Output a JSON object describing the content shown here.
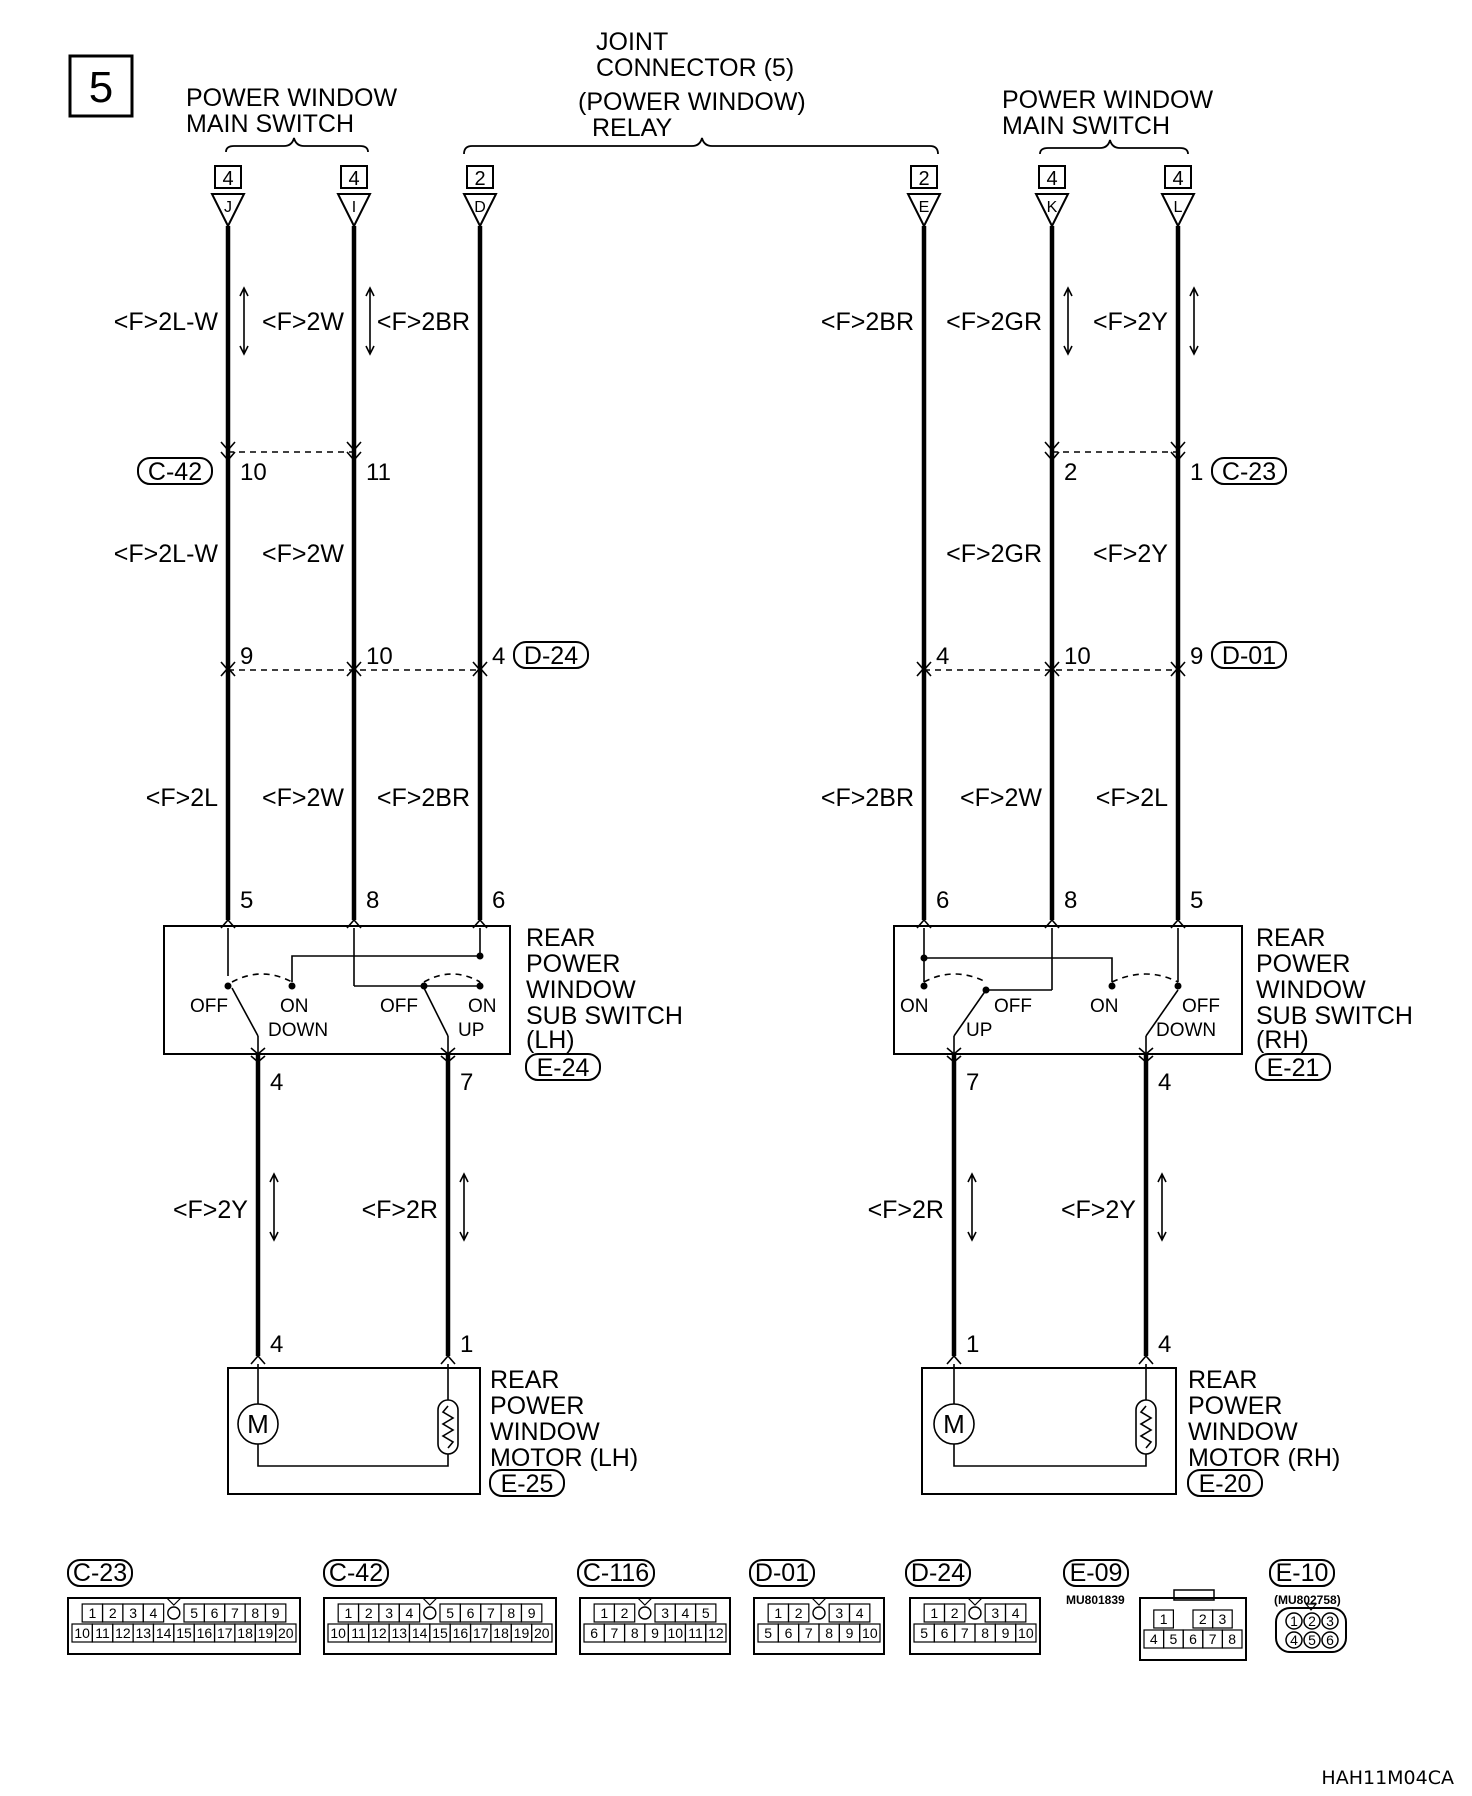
{
  "diagram": {
    "page_number": "5",
    "code": "HAH11M04CA",
    "joint_connector": {
      "line1": "JOINT",
      "line2": "CONNECTOR (5)",
      "line3": "(POWER WINDOW)",
      "line4": "RELAY",
      "pin_left": {
        "num": "2",
        "letter": "D"
      },
      "pin_right": {
        "num": "2",
        "letter": "E"
      }
    },
    "left_main_switch": {
      "line1": "POWER WINDOW",
      "line2": "MAIN SWITCH",
      "pins": [
        {
          "num": "4",
          "letter": "J"
        },
        {
          "num": "4",
          "letter": "I"
        }
      ]
    },
    "right_main_switch": {
      "line1": "POWER WINDOW",
      "line2": "MAIN SWITCH",
      "pins": [
        {
          "num": "4",
          "letter": "K"
        },
        {
          "num": "4",
          "letter": "L"
        }
      ]
    },
    "wire_labels": {
      "l1a": "<F>2L-W",
      "l2a": "<F>2W",
      "l3a": "<F>2BR",
      "r1a": "<F>2BR",
      "r2a": "<F>2GR",
      "r3a": "<F>2Y",
      "l1b": "<F>2L-W",
      "l2b": "<F>2W",
      "r2b": "<F>2GR",
      "r3b": "<F>2Y",
      "l1c": "<F>2L",
      "l2c": "<F>2W",
      "l3c": "<F>2BR",
      "r1c": "<F>2BR",
      "r2c": "<F>2W",
      "r3c": "<F>2L",
      "l4": "<F>2Y",
      "l5": "<F>2R",
      "r4": "<F>2R",
      "r5": "<F>2Y"
    },
    "connectors": {
      "c42": "C-42",
      "c23": "C-23",
      "d24": "D-24",
      "d01": "D-01",
      "e24": "E-24",
      "e21": "E-21",
      "e25": "E-25",
      "e20": "E-20"
    },
    "pins": {
      "c42_a": "10",
      "c42_b": "11",
      "c23_a": "2",
      "c23_b": "1",
      "d24_a": "9",
      "d24_b": "10",
      "d24_c": "4",
      "d01_a": "4",
      "d01_b": "10",
      "d01_c": "9",
      "lsw_in1": "5",
      "lsw_in2": "8",
      "lsw_in3": "6",
      "rsw_in1": "6",
      "rsw_in2": "8",
      "rsw_in3": "5",
      "lsw_out1": "4",
      "lsw_out2": "7",
      "rsw_out1": "7",
      "rsw_out2": "4",
      "lmot_a": "4",
      "lmot_b": "1",
      "rmot_a": "1",
      "rmot_b": "4"
    },
    "left_sub_switch": {
      "line1": "REAR",
      "line2": "POWER",
      "line3": "WINDOW",
      "line4": "SUB SWITCH",
      "line5": "(LH)",
      "off1": "OFF",
      "on1": "ON",
      "down": "DOWN",
      "off2": "OFF",
      "on2": "ON",
      "up": "UP"
    },
    "right_sub_switch": {
      "line1": "REAR",
      "line2": "POWER",
      "line3": "WINDOW",
      "line4": "SUB SWITCH",
      "line5": "(RH)",
      "on1": "ON",
      "off1": "OFF",
      "up": "UP",
      "on2": "ON",
      "off2": "OFF",
      "down": "DOWN"
    },
    "left_motor": {
      "line1": "REAR",
      "line2": "POWER",
      "line3": "WINDOW",
      "line4": "MOTOR (LH)",
      "symbol": "M"
    },
    "right_motor": {
      "line1": "REAR",
      "line2": "POWER",
      "line3": "WINDOW",
      "line4": "MOTOR (RH)",
      "symbol": "M"
    },
    "face_views": [
      {
        "label": "C-23",
        "row1": [
          "1",
          "2",
          "3",
          "4",
          "",
          "5",
          "6",
          "7",
          "8",
          "9"
        ],
        "row2": [
          "10",
          "11",
          "12",
          "13",
          "14",
          "15",
          "16",
          "17",
          "18",
          "19",
          "20"
        ]
      },
      {
        "label": "C-42",
        "row1": [
          "1",
          "2",
          "3",
          "4",
          "",
          "5",
          "6",
          "7",
          "8",
          "9"
        ],
        "row2": [
          "10",
          "11",
          "12",
          "13",
          "14",
          "15",
          "16",
          "17",
          "18",
          "19",
          "20"
        ]
      },
      {
        "label": "C-116",
        "row1": [
          "1",
          "2",
          "",
          "3",
          "4",
          "5"
        ],
        "row2": [
          "6",
          "7",
          "8",
          "9",
          "10",
          "11",
          "12"
        ]
      },
      {
        "label": "D-01",
        "row1": [
          "1",
          "2",
          "",
          "3",
          "4"
        ],
        "row2": [
          "5",
          "6",
          "7",
          "8",
          "9",
          "10"
        ]
      },
      {
        "label": "D-24",
        "row1": [
          "1",
          "2",
          "",
          "3",
          "4"
        ],
        "row2": [
          "5",
          "6",
          "7",
          "8",
          "9",
          "10"
        ]
      },
      {
        "label": "E-09",
        "part": "MU801839",
        "row1": [
          "1",
          "",
          "2",
          "3"
        ],
        "row2": [
          "4",
          "5",
          "6",
          "7",
          "8"
        ]
      },
      {
        "label": "E-10",
        "part": "(MU802758)",
        "row1": [
          "1",
          "2",
          "3"
        ],
        "row2": [
          "4",
          "5",
          "6"
        ]
      }
    ]
  }
}
